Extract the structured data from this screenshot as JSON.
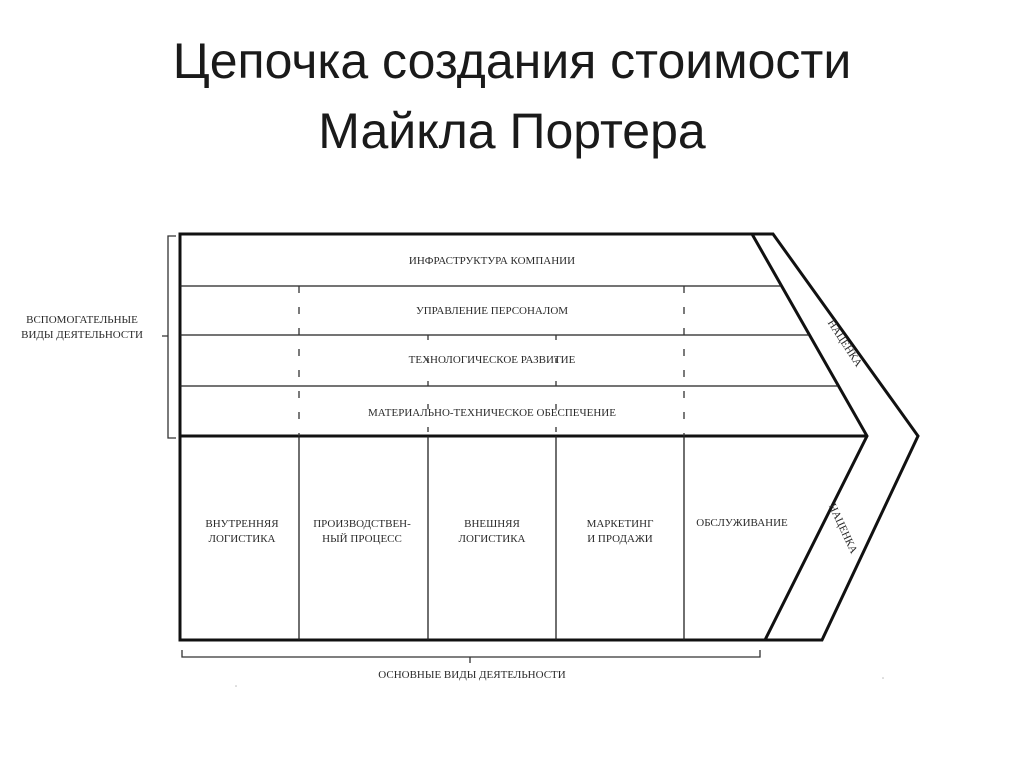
{
  "slide": {
    "title_line1": "Цепочка создания стоимости",
    "title_line2": "Майкла Портера"
  },
  "diagram": {
    "support_group_label": [
      "ВСПОМОГАТЕЛЬНЫЕ",
      "ВИДЫ ДЕЯТЕЛЬНОСТИ"
    ],
    "support_activities": [
      "ИНФРАСТРУКТУРА КОМПАНИИ",
      "УПРАВЛЕНИЕ ПЕРСОНАЛОМ",
      "ТЕХНОЛОГИЧЕСКОЕ РАЗВИТИЕ",
      "МАТЕРИАЛЬНО-ТЕХНИЧЕСКОЕ ОБЕСПЕЧЕНИЕ"
    ],
    "primary_activities": [
      [
        "ВНУТРЕННЯЯ",
        "ЛОГИСТИКА"
      ],
      [
        "ПРОИЗВОДСТВЕН-",
        "НЫЙ ПРОЦЕСС"
      ],
      [
        "ВНЕШНЯЯ",
        "ЛОГИСТИКА"
      ],
      [
        "МАРКЕТИНГ",
        "И ПРОДАЖИ"
      ],
      [
        "ОБСЛУЖИВАНИЕ"
      ]
    ],
    "primary_group_label": "ОСНОВНЫЕ ВИДЫ ДЕЯТЕЛЬНОСТИ",
    "margin_label_top": "НАЦЕНКА",
    "margin_label_bottom": "НАЦЕНКА"
  }
}
